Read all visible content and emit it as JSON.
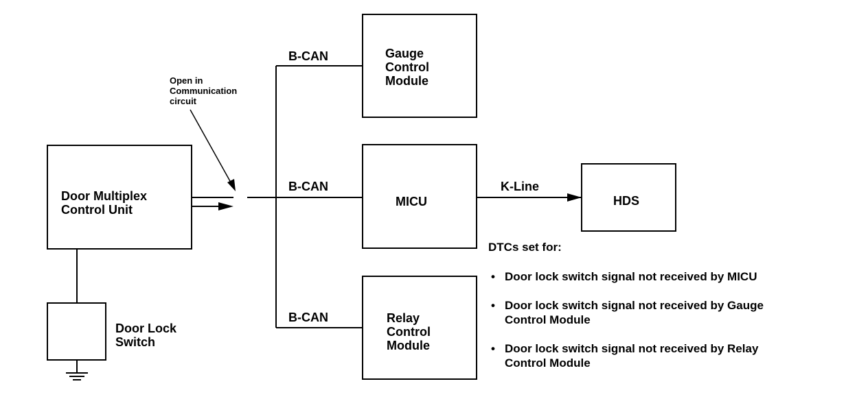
{
  "boxes": {
    "door_multiplex": "Door Multiplex\nControl Unit",
    "gauge": "Gauge\nControl\nModule",
    "micu": "MICU",
    "relay": "Relay\nControl\nModule",
    "hds": "HDS",
    "door_lock_switch": "Door Lock\nSwitch"
  },
  "lines": {
    "bcan_top": "B-CAN",
    "bcan_mid": "B-CAN",
    "bcan_bottom": "B-CAN",
    "kline": "K-Line"
  },
  "annotation": "Open in\nCommunication\ncircuit",
  "dtc": {
    "heading": "DTCs set for:",
    "items": [
      "Door lock switch signal not received by MICU",
      "Door lock switch signal not received by Gauge\nControl Module",
      "Door lock switch signal not received by Relay\nControl Module"
    ]
  }
}
